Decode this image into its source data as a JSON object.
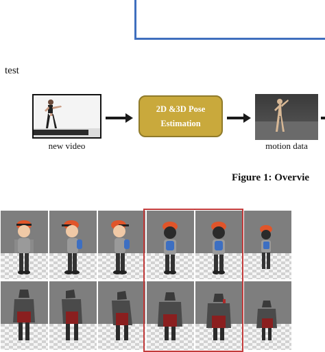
{
  "labels": {
    "test": "test",
    "video_caption": "new video",
    "pose_box_line1": "2D &3D Pose",
    "pose_box_line2": "Estimation",
    "motion_caption": "motion data",
    "figure_caption": "Figure 1: Overvie"
  },
  "colors": {
    "blue_box": "#3f6fbe",
    "pose_box_fill": "#c9a93c",
    "selection_box": "#c23a3a"
  },
  "figures": {
    "row1_character": "cartoon boy with orange cap and blue backpack",
    "row2_character": "armored warrior with red cape"
  }
}
